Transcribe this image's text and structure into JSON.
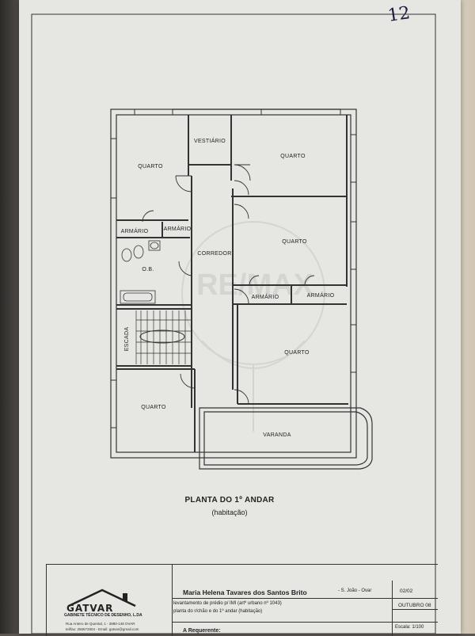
{
  "annotation": {
    "page_number": "12"
  },
  "rooms": {
    "quarto_nw": "QUARTO",
    "vestiario": "VESTIÁRIO",
    "quarto_ne": "QUARTO",
    "armario_1": "ARMÁRIO",
    "armario_2": "ARMÁRIO",
    "corredor": "CORREDOR",
    "quarto_e_mid": "QUARTO",
    "wc": "O.B.",
    "armario_3": "ARMÁRIO",
    "armario_4": "ARMÁRIO",
    "escada": "ESCADA",
    "quarto_se": "QUARTO",
    "quarto_sw": "QUARTO",
    "varanda": "VARANDA"
  },
  "watermark": {
    "text": "RE/MAX"
  },
  "drawing": {
    "title": "PLANTA DO 1º ANDAR",
    "subtitle": "(habitação)"
  },
  "title_block": {
    "company_name": "GATVAR",
    "company_full": "GABINETE TÉCNICO DE DESENHO, L.DA",
    "address": "Rua Antero de Quental, 1 - 3880-148 OVAR",
    "contacts": "tel/fax: 256572804 - Email: gatvar@gmail.com",
    "owner": "Maria Helena Tavares dos Santos Brito",
    "location": "- S. João - Ovar",
    "sheet": "02/02",
    "description_line1": "levantamento de prédio p/ IMI (artº urbano nº 1043)",
    "description_line2": "planta do r/chão e do 1º andar (habitação)",
    "date": "OUTUBRO 08",
    "scale": "Escala: 1/100",
    "requester": "A Requerente:"
  }
}
